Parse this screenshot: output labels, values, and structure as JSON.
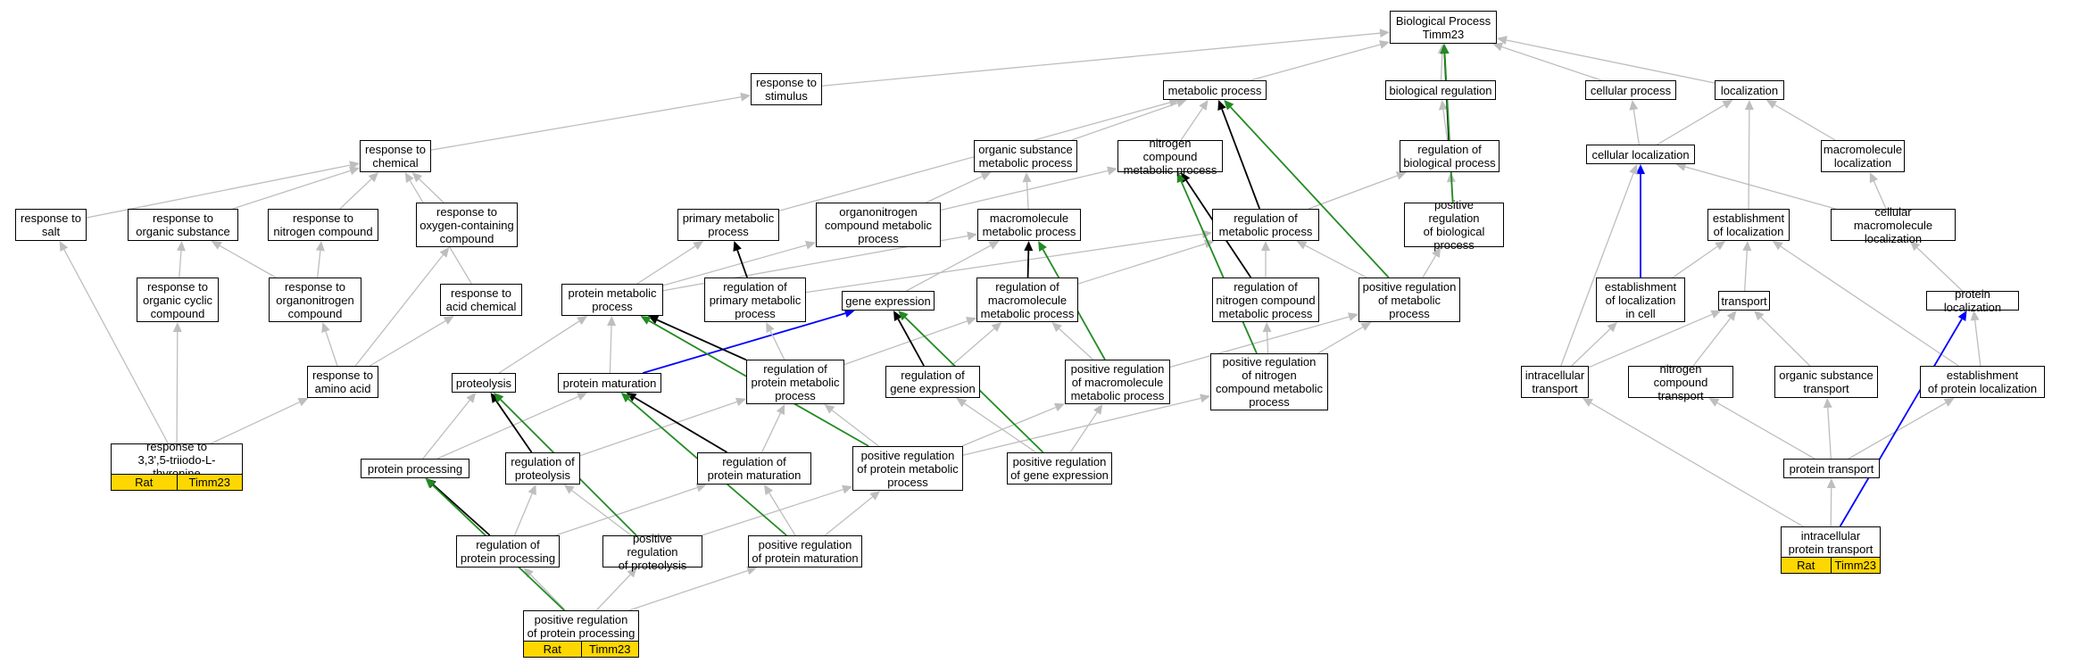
{
  "colors": {
    "is_a": "#bebebe",
    "regulates": "#000000",
    "positively_regulates": "#228b22",
    "part_of": "#0000ff",
    "tag_fill": "#ffd700"
  },
  "nodes": {
    "bp": "Biological Process\nTimm23",
    "metabolic": "metabolic process",
    "bioreg": "biological regulation",
    "cellproc": "cellular process",
    "localization": "localization",
    "stimulus": "response to\nstimulus",
    "orgsub": "organic substance\nmetabolic process",
    "nitrometab": "nitrogen compound\nmetabolic process",
    "regbio": "regulation of\nbiological process",
    "cellloc": "cellular localization",
    "macroloc": "macromolecule\nlocalization",
    "chemical": "response to\nchemical",
    "salt": "response to\nsalt",
    "orgsubresp": "response to\norganic substance",
    "nitroresp": "response to\nnitrogen compound",
    "oxygen": "response to\noxygen-containing\ncompound",
    "primary": "primary metabolic\nprocess",
    "organonitro": "organonitrogen\ncompound metabolic\nprocess",
    "macrometab": "macromolecule\nmetabolic process",
    "regmetab": "regulation of\nmetabolic process",
    "posregbio": "positive regulation\nof biological\nprocess",
    "estloc": "establishment\nof localization",
    "cellmacroloc": "cellular macromolecule\nlocalization",
    "orgcyclic": "response to\norganic cyclic\ncompound",
    "organonitroresp": "response to\norganonitrogen\ncompound",
    "acid": "response to\nacid chemical",
    "protmetab": "protein metabolic\nprocess",
    "regprimary": "regulation of\nprimary metabolic\nprocess",
    "geneexpr": "gene expression",
    "regmacro": "regulation of\nmacromolecule\nmetabolic process",
    "regnitro": "regulation of\nnitrogen compound\nmetabolic process",
    "posregmetab": "positive regulation\nof metabolic\nprocess",
    "estcell": "establishment\nof localization\nin cell",
    "transport": "transport",
    "protloc": "protein localization",
    "aminoacid": "response to\namino acid",
    "proteolysis": "proteolysis",
    "protmat": "protein maturation",
    "regprotmetab": "regulation of\nprotein metabolic\nprocess",
    "reggene": "regulation of\ngene expression",
    "posregmacro": "positive regulation\nof macromolecule\nmetabolic process",
    "posregnitro": "positive regulation\nof nitrogen\ncompound metabolic\nprocess",
    "intracell": "intracellular\ntransport",
    "nitrotrans": "nitrogen compound\ntransport",
    "orgtrans": "organic substance\ntransport",
    "estprotloc": "establishment\nof protein localization",
    "triiodo": "response to\n3,3',5-triiodo-L-thyronine",
    "protproc": "protein processing",
    "regproteo": "regulation of\nproteolysis",
    "regprotmat": "regulation of\nprotein maturation",
    "posregprotmetab": "positive regulation\nof protein metabolic\nprocess",
    "posreggene": "positive regulation\nof gene expression",
    "prottrans": "protein transport",
    "regprotproc": "regulation of\nprotein processing",
    "posregproteo": "positive regulation\nof proteolysis",
    "posregprotmat": "positive regulation\nof protein maturation",
    "intraprot": "intracellular\nprotein transport",
    "posregprotproc": "positive regulation\nof protein processing"
  },
  "tags": {
    "triiodo": [
      "Rat",
      "Timm23"
    ],
    "intraprot": [
      "Rat",
      "Timm23"
    ],
    "posregprotproc": [
      "Rat",
      "Timm23"
    ]
  }
}
